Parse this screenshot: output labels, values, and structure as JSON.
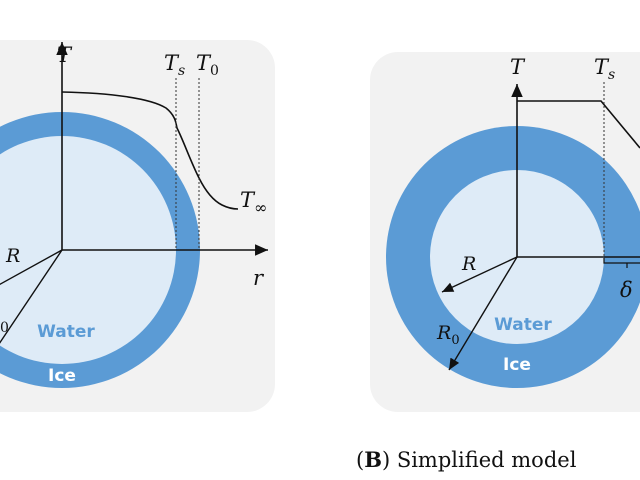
{
  "colors": {
    "panel_bg": "#f2f2f2",
    "ice": "#5b9bd5",
    "water": "#deebf7",
    "axis": "#111111",
    "water_label": "#5b9bd5",
    "ice_label": "#ffffff"
  },
  "panel_a": {
    "axis_t": "T",
    "axis_r": "r",
    "ts_label": "T",
    "ts_sub": "s",
    "t0_label": "T",
    "t0_sub": "0",
    "tinf_label": "T",
    "tinf_sub": "∞",
    "r_label": "R",
    "r0_partial": "0",
    "water_label": "Water",
    "ice_label": "Ice"
  },
  "panel_b": {
    "axis_t": "T",
    "ts_label": "T",
    "ts_sub": "s",
    "r_label": "R",
    "r0_label": "R",
    "r0_sub": "0",
    "delta_label": "δ",
    "water_label": "Water",
    "ice_label": "Ice",
    "caption_open": "(",
    "caption_letter": "B",
    "caption_rest": ") Simplified model"
  }
}
